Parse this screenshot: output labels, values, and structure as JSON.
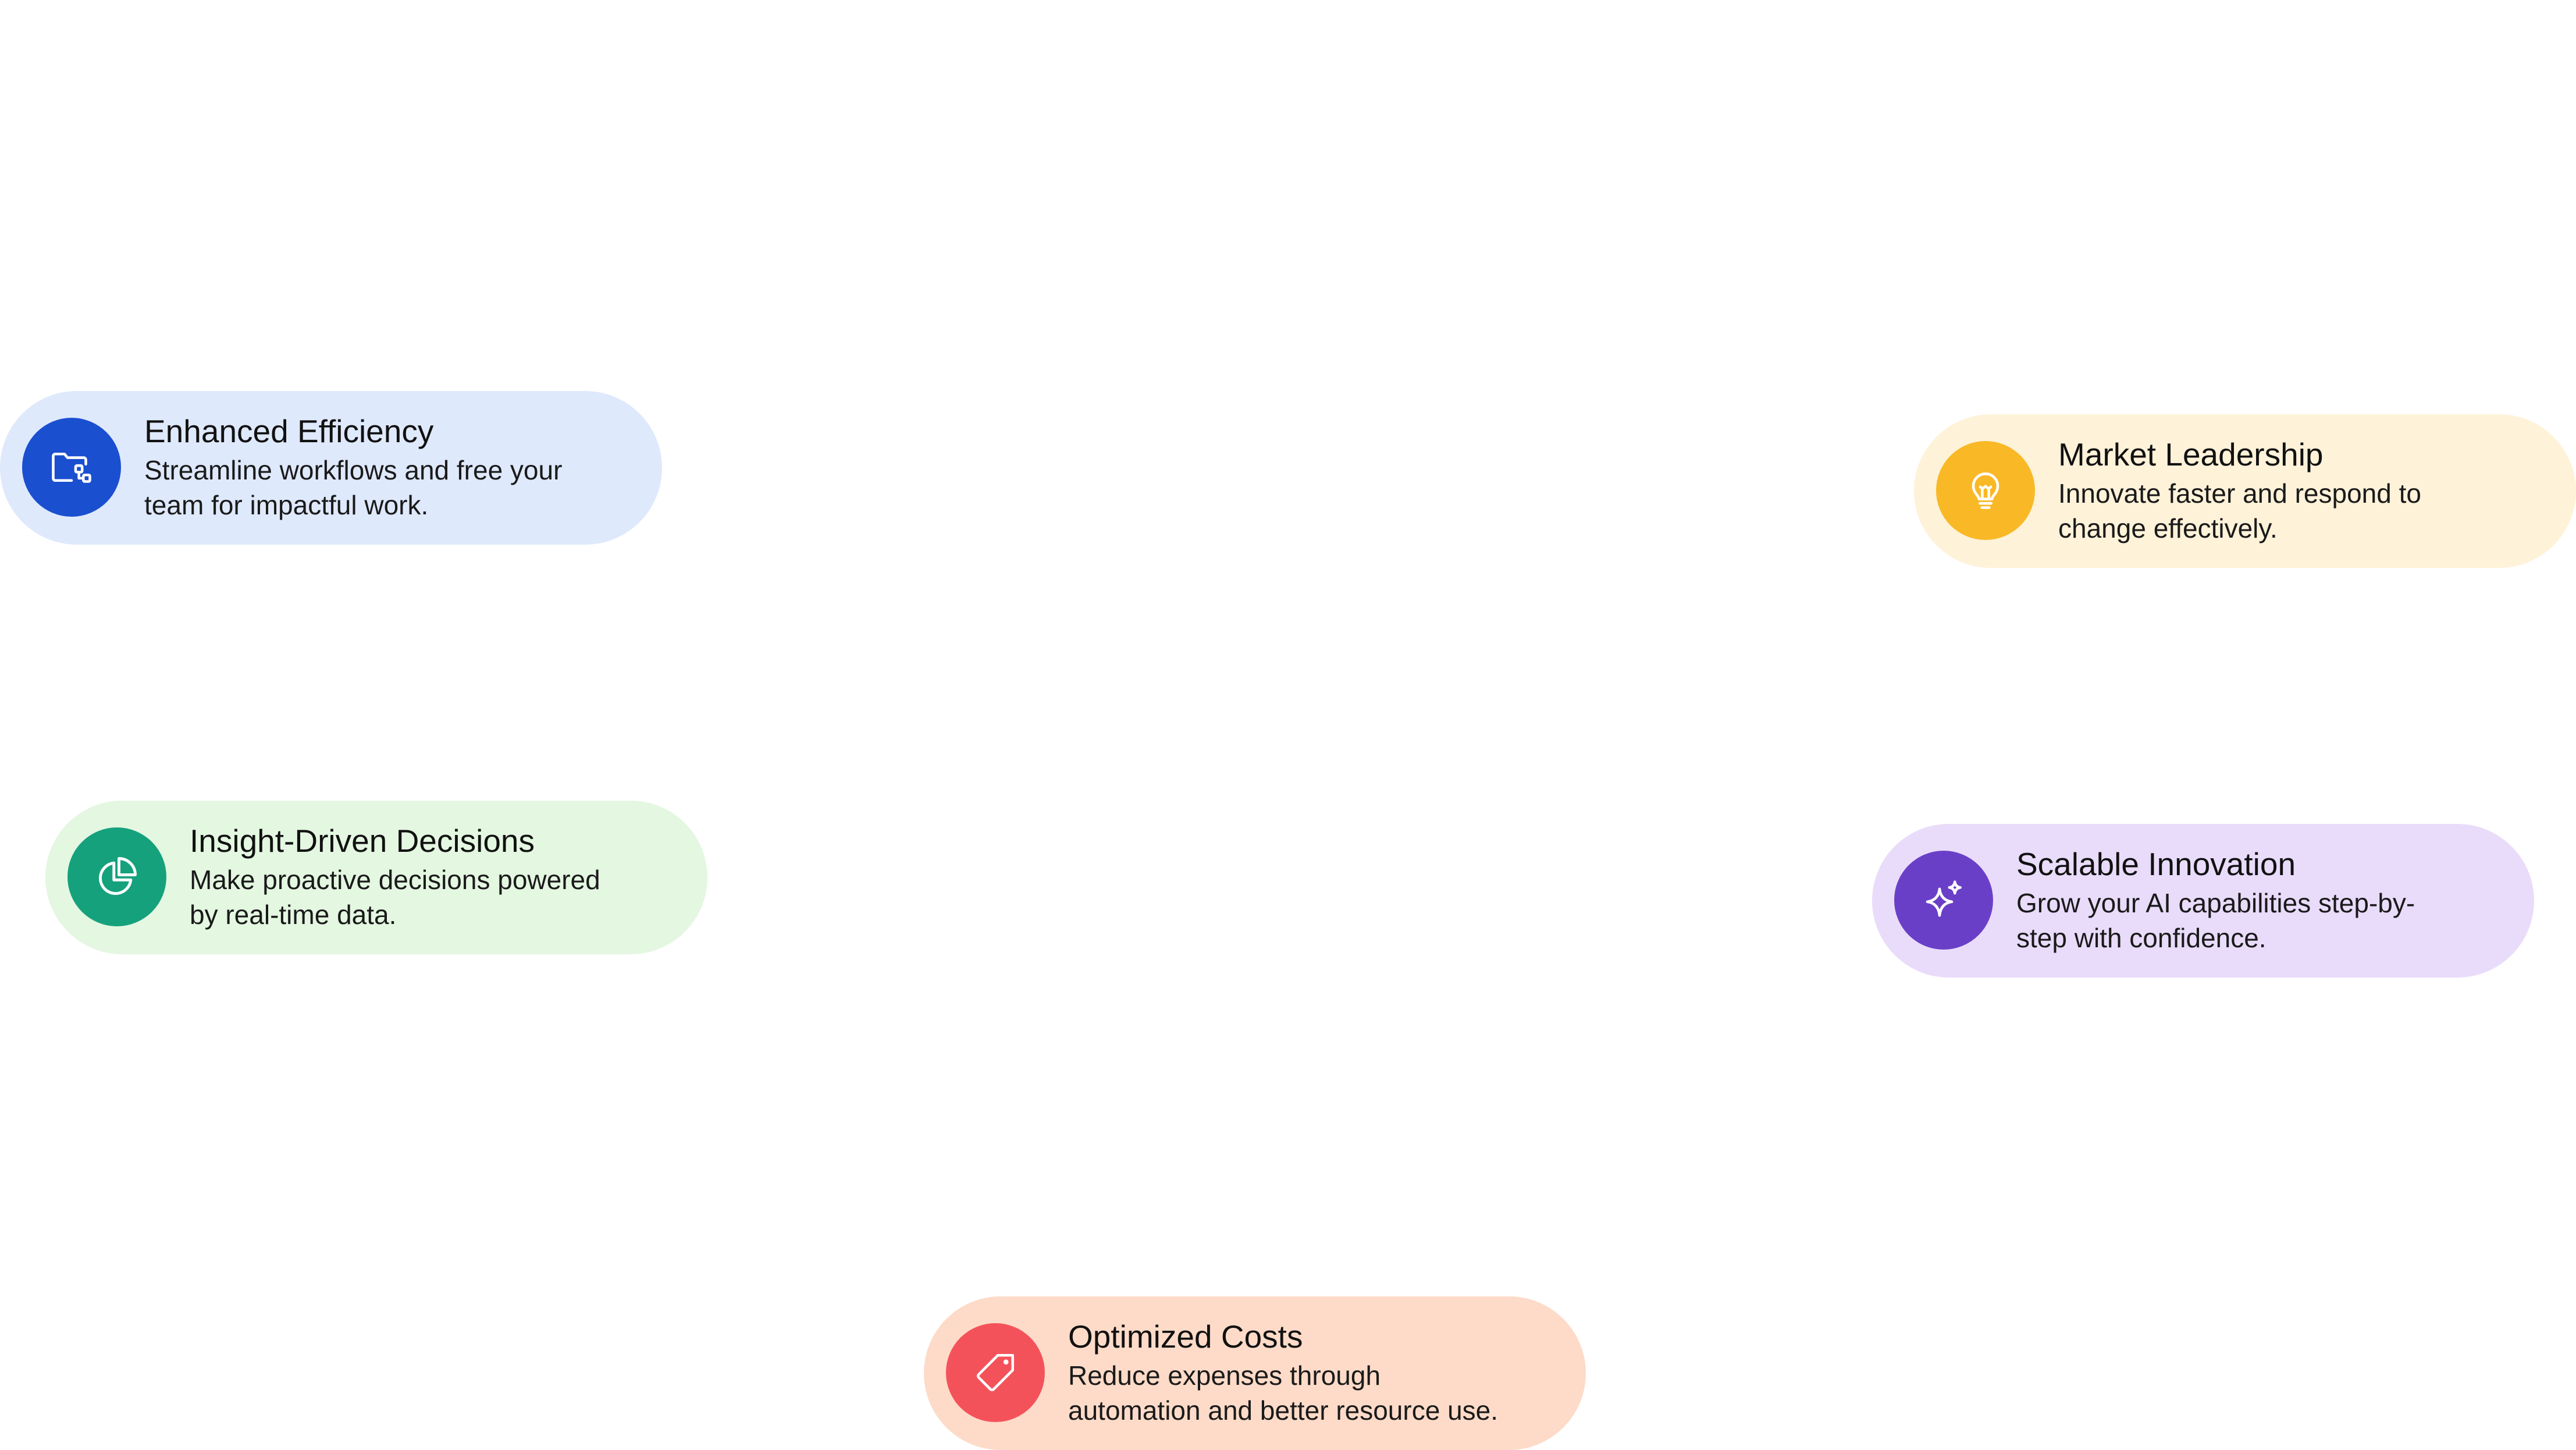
{
  "cards": [
    {
      "id": "efficiency",
      "icon": "folder-network-icon",
      "title": "Enhanced Efficiency",
      "description": "Streamline workflows and free your\nteam for impactful work.",
      "colors": {
        "background": "#dfe9fc",
        "icon_bg": "#1a4fd0"
      }
    },
    {
      "id": "insight",
      "icon": "pie-chart-icon",
      "title": "Insight-Driven Decisions",
      "description": "Make proactive decisions powered\nby real-time data.",
      "colors": {
        "background": "#e4f7e1",
        "icon_bg": "#16a17d"
      }
    },
    {
      "id": "costs",
      "icon": "price-tag-icon",
      "title": "Optimized Costs",
      "description": "Reduce expenses through\nautomation and better resource use.",
      "colors": {
        "background": "#fddbc8",
        "icon_bg": "#f4525a"
      }
    },
    {
      "id": "leadership",
      "icon": "lightbulb-icon",
      "title": "Market Leadership",
      "description": "Innovate faster and respond to\nchange effectively.",
      "colors": {
        "background": "#fef2d9",
        "icon_bg": "#f9b825"
      }
    },
    {
      "id": "innovation",
      "icon": "sparkles-icon",
      "title": "Scalable Innovation",
      "description": "Grow your AI capabilities step-by-\nstep with confidence.",
      "colors": {
        "background": "#e9dcfa",
        "icon_bg": "#6a3fc8"
      }
    }
  ]
}
